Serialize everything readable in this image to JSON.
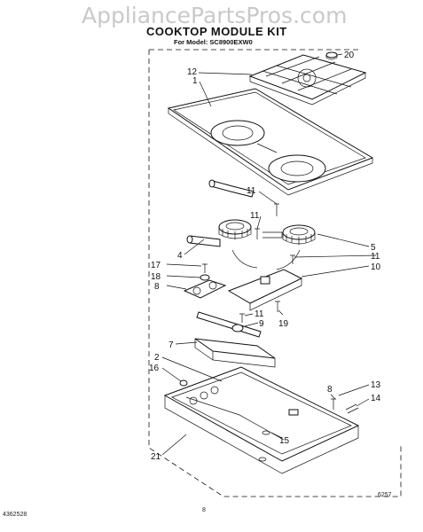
{
  "watermark": "AppliancePartsPros.com",
  "title": "COOKTOP MODULE KIT",
  "model_line": "For Model: SC8900EXW0",
  "footer": {
    "left_code": "4362528",
    "page_number": "8",
    "right_code": "6257"
  },
  "callouts": {
    "c1": "1",
    "c2": "2",
    "c4": "4",
    "c5": "5",
    "c7": "7",
    "c8": "8",
    "c8b": "8",
    "c9": "9",
    "c10": "10",
    "c11a": "11",
    "c11b": "11",
    "c11c": "11",
    "c11d": "11",
    "c12": "12",
    "c13": "13",
    "c14": "14",
    "c15": "15",
    "c16": "16",
    "c17": "17",
    "c18": "18",
    "c19": "19",
    "c20": "20",
    "c21": "21"
  }
}
